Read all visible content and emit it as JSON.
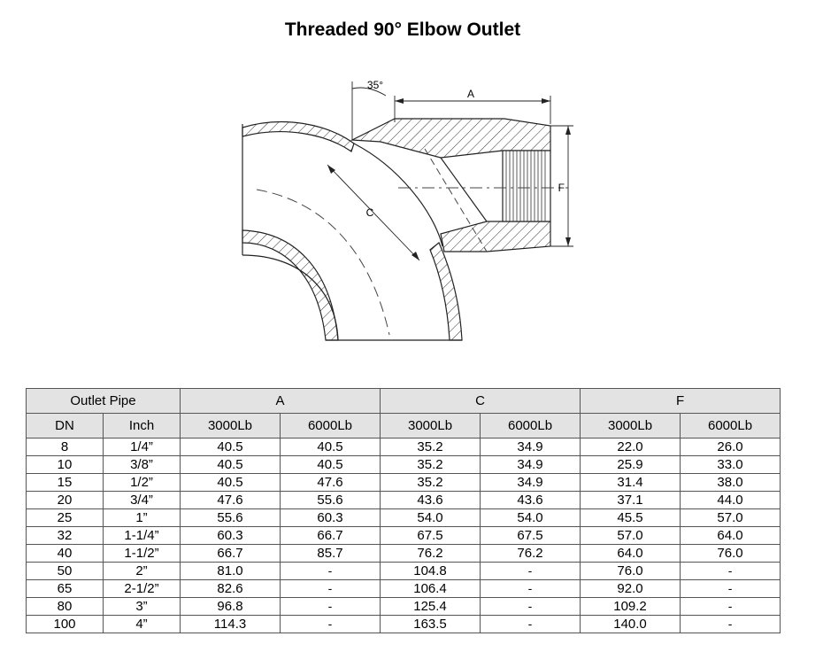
{
  "title": "Threaded 90° Elbow Outlet",
  "drawing": {
    "angle_label": "35°",
    "dim_a": "A",
    "dim_c": "C",
    "dim_f": "F"
  },
  "table": {
    "group_headers": [
      "Outlet Pipe",
      "A",
      "C",
      "F"
    ],
    "sub_headers": [
      "DN",
      "Inch",
      "3000Lb",
      "6000Lb",
      "3000Lb",
      "6000Lb",
      "3000Lb",
      "6000Lb"
    ],
    "rows": [
      [
        "8",
        "1/4”",
        "40.5",
        "40.5",
        "35.2",
        "34.9",
        "22.0",
        "26.0"
      ],
      [
        "10",
        "3/8”",
        "40.5",
        "40.5",
        "35.2",
        "34.9",
        "25.9",
        "33.0"
      ],
      [
        "15",
        "1/2”",
        "40.5",
        "47.6",
        "35.2",
        "34.9",
        "31.4",
        "38.0"
      ],
      [
        "20",
        "3/4”",
        "47.6",
        "55.6",
        "43.6",
        "43.6",
        "37.1",
        "44.0"
      ],
      [
        "25",
        "1”",
        "55.6",
        "60.3",
        "54.0",
        "54.0",
        "45.5",
        "57.0"
      ],
      [
        "32",
        "1-1/4”",
        "60.3",
        "66.7",
        "67.5",
        "67.5",
        "57.0",
        "64.0"
      ],
      [
        "40",
        "1-1/2”",
        "66.7",
        "85.7",
        "76.2",
        "76.2",
        "64.0",
        "76.0"
      ],
      [
        "50",
        "2”",
        "81.0",
        "-",
        "104.8",
        "-",
        "76.0",
        "-"
      ],
      [
        "65",
        "2-1/2”",
        "82.6",
        "-",
        "106.4",
        "-",
        "92.0",
        "-"
      ],
      [
        "80",
        "3”",
        "96.8",
        "-",
        "125.4",
        "-",
        "109.2",
        "-"
      ],
      [
        "100",
        "4”",
        "114.3",
        "-",
        "163.5",
        "-",
        "140.0",
        "-"
      ]
    ]
  }
}
